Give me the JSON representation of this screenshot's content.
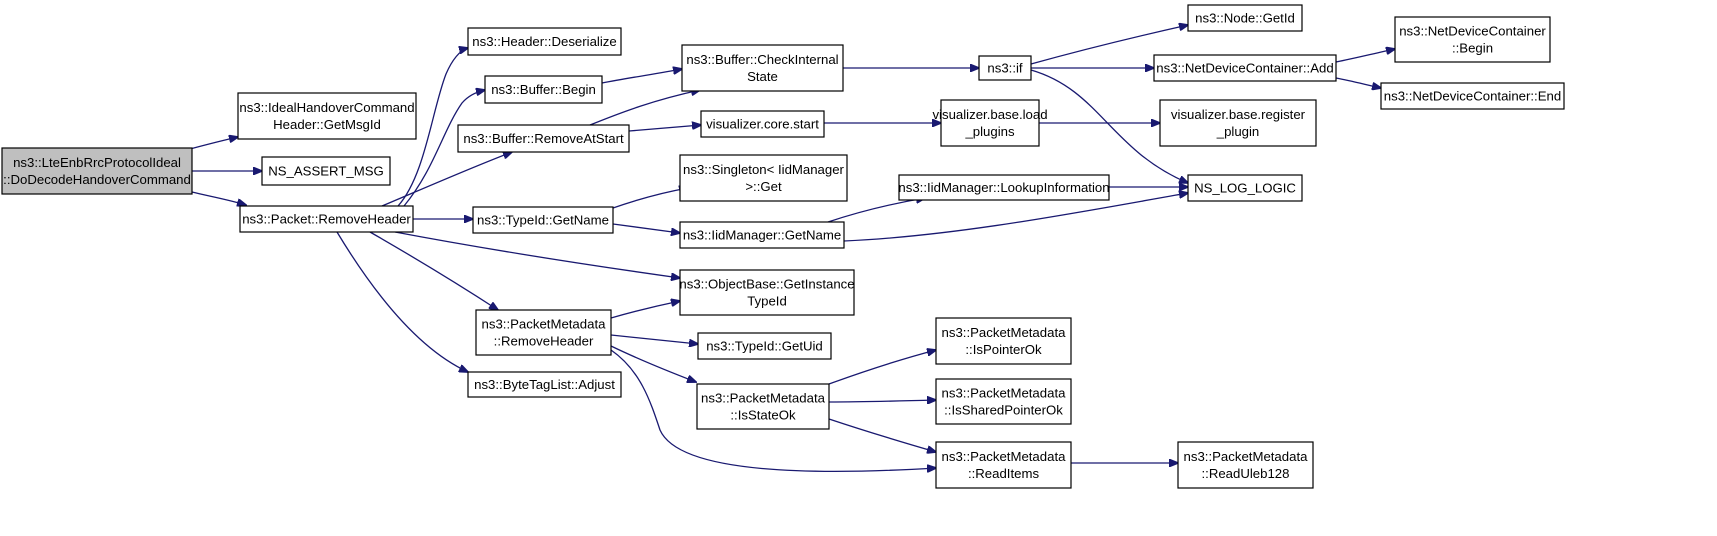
{
  "colors": {
    "edge": "#191970",
    "node_border": "#000000",
    "node_fill": "#ffffff",
    "root_fill": "#bfbfbf"
  },
  "nodes": [
    {
      "id": "root",
      "lines": [
        "ns3::LteEnbRrcProtocolIdeal",
        "::DoDecodeHandoverCommand"
      ],
      "root": true
    },
    {
      "id": "getmsgid",
      "lines": [
        "ns3::IdealHandoverCommand",
        "Header::GetMsgId"
      ]
    },
    {
      "id": "assert",
      "lines": [
        "NS_ASSERT_MSG"
      ]
    },
    {
      "id": "removeheader",
      "lines": [
        "ns3::Packet::RemoveHeader"
      ]
    },
    {
      "id": "deserialize",
      "lines": [
        "ns3::Header::Deserialize"
      ]
    },
    {
      "id": "bufbegin",
      "lines": [
        "ns3::Buffer::Begin"
      ]
    },
    {
      "id": "removeatstart",
      "lines": [
        "ns3::Buffer::RemoveAtStart"
      ]
    },
    {
      "id": "checkinternal",
      "lines": [
        "ns3::Buffer::CheckInternal",
        "State"
      ]
    },
    {
      "id": "vcorestart",
      "lines": [
        "visualizer.core.start"
      ]
    },
    {
      "id": "typeidname",
      "lines": [
        "ns3::TypeId::GetName"
      ]
    },
    {
      "id": "singleton",
      "lines": [
        "ns3::Singleton< IidManager",
        ">::Get"
      ]
    },
    {
      "id": "iidgetname",
      "lines": [
        "ns3::IidManager::GetName"
      ]
    },
    {
      "id": "getinstance",
      "lines": [
        "ns3::ObjectBase::GetInstance",
        "TypeId"
      ]
    },
    {
      "id": "pmremove",
      "lines": [
        "ns3::PacketMetadata",
        "::RemoveHeader"
      ]
    },
    {
      "id": "getuid",
      "lines": [
        "ns3::TypeId::GetUid"
      ]
    },
    {
      "id": "adjust",
      "lines": [
        "ns3::ByteTagList::Adjust"
      ]
    },
    {
      "id": "isstateok",
      "lines": [
        "ns3::PacketMetadata",
        "::IsStateOk"
      ]
    },
    {
      "id": "ispointerok",
      "lines": [
        "ns3::PacketMetadata",
        "::IsPointerOk"
      ]
    },
    {
      "id": "issharedok",
      "lines": [
        "ns3::PacketMetadata",
        "::IsSharedPointerOk"
      ]
    },
    {
      "id": "readitems",
      "lines": [
        "ns3::PacketMetadata",
        "::ReadItems"
      ]
    },
    {
      "id": "readuleb",
      "lines": [
        "ns3::PacketMetadata",
        "::ReadUleb128"
      ]
    },
    {
      "id": "nsif",
      "lines": [
        "ns3::if"
      ]
    },
    {
      "id": "loadplugins",
      "lines": [
        "visualizer.base.load",
        "_plugins"
      ]
    },
    {
      "id": "lookup",
      "lines": [
        "ns3::IidManager::LookupInformation"
      ]
    },
    {
      "id": "nodegetid",
      "lines": [
        "ns3::Node::GetId"
      ]
    },
    {
      "id": "ndcadd",
      "lines": [
        "ns3::NetDeviceContainer::Add"
      ]
    },
    {
      "id": "registerplugin",
      "lines": [
        "visualizer.base.register",
        "_plugin"
      ]
    },
    {
      "id": "nslog",
      "lines": [
        "NS_LOG_LOGIC"
      ]
    },
    {
      "id": "ndcbegin",
      "lines": [
        "ns3::NetDeviceContainer",
        "::Begin"
      ]
    },
    {
      "id": "ndcend",
      "lines": [
        "ns3::NetDeviceContainer::End"
      ]
    }
  ],
  "edges": [
    {
      "from": "root",
      "to": "getmsgid"
    },
    {
      "from": "root",
      "to": "assert"
    },
    {
      "from": "root",
      "to": "removeheader"
    },
    {
      "from": "removeheader",
      "to": "deserialize"
    },
    {
      "from": "removeheader",
      "to": "bufbegin"
    },
    {
      "from": "removeheader",
      "to": "removeatstart"
    },
    {
      "from": "removeheader",
      "to": "typeidname"
    },
    {
      "from": "removeheader",
      "to": "getinstance"
    },
    {
      "from": "removeheader",
      "to": "pmremove"
    },
    {
      "from": "removeheader",
      "to": "adjust"
    },
    {
      "from": "bufbegin",
      "to": "checkinternal"
    },
    {
      "from": "removeatstart",
      "to": "checkinternal"
    },
    {
      "from": "removeatstart",
      "to": "vcorestart"
    },
    {
      "from": "checkinternal",
      "to": "nsif"
    },
    {
      "from": "vcorestart",
      "to": "loadplugins"
    },
    {
      "from": "typeidname",
      "to": "singleton"
    },
    {
      "from": "typeidname",
      "to": "iidgetname"
    },
    {
      "from": "iidgetname",
      "to": "lookup"
    },
    {
      "from": "iidgetname",
      "to": "nslog"
    },
    {
      "from": "pmremove",
      "to": "getinstance"
    },
    {
      "from": "pmremove",
      "to": "getuid"
    },
    {
      "from": "pmremove",
      "to": "isstateok"
    },
    {
      "from": "pmremove",
      "to": "readitems"
    },
    {
      "from": "isstateok",
      "to": "ispointerok"
    },
    {
      "from": "isstateok",
      "to": "issharedok"
    },
    {
      "from": "isstateok",
      "to": "readitems"
    },
    {
      "from": "readitems",
      "to": "readuleb"
    },
    {
      "from": "nsif",
      "to": "nodegetid"
    },
    {
      "from": "nsif",
      "to": "ndcadd"
    },
    {
      "from": "nsif",
      "to": "nslog"
    },
    {
      "from": "ndcadd",
      "to": "ndcbegin"
    },
    {
      "from": "ndcadd",
      "to": "ndcend"
    },
    {
      "from": "loadplugins",
      "to": "registerplugin"
    },
    {
      "from": "lookup",
      "to": "nslog"
    }
  ]
}
